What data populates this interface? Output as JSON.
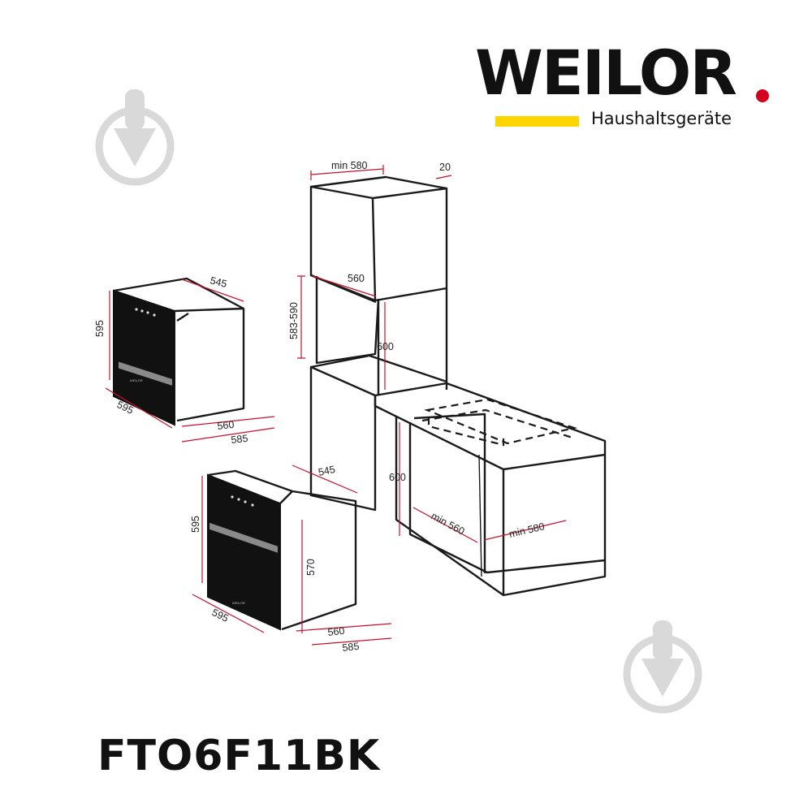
{
  "brand": {
    "name": "WEILOR",
    "tagline": "Haushaltsgeräte",
    "dot_color": "#d4001f",
    "bar_color": "#ffd500"
  },
  "model": "FTO6F11BK",
  "oven_panel_label": "WEILOR",
  "dimensions": {
    "top_oven": {
      "height": "595",
      "width": "595",
      "depth_top": "545",
      "depth_body": "560",
      "depth_total": "585"
    },
    "bottom_oven": {
      "height": "595",
      "width": "595",
      "depth_side": "545",
      "body_height": "570",
      "depth_body": "560",
      "depth_total": "585"
    },
    "column_cabinet": {
      "width_min": "min 580",
      "gap": "20",
      "inner_depth": "560",
      "niche_height": "583-590",
      "niche_inner_height": "600"
    },
    "under_counter": {
      "niche_height": "600",
      "depth_min": "min 560",
      "width_min": "min 580"
    }
  }
}
